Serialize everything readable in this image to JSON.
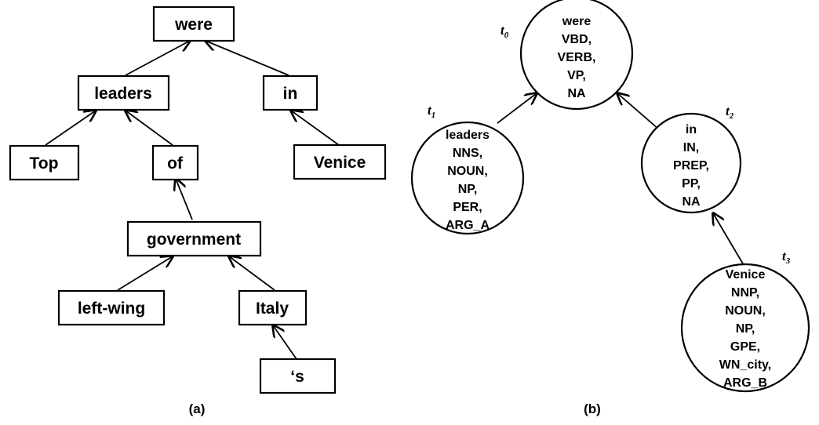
{
  "tree_a": {
    "caption": "(a)",
    "nodes": {
      "were": "were",
      "leaders": "leaders",
      "in": "in",
      "top": "Top",
      "of": "of",
      "venice": "Venice",
      "government": "government",
      "left_wing": "left-wing",
      "italy": "Italy",
      "s": "‘s"
    }
  },
  "tree_b": {
    "caption": "(b)",
    "t0": {
      "label": "t",
      "sub": "0",
      "lines": [
        "were",
        "VBD,",
        "VERB,",
        "VP,",
        "NA"
      ]
    },
    "t1": {
      "label": "t",
      "sub": "1",
      "lines": [
        "leaders",
        "NNS,",
        "NOUN,",
        "NP,",
        "PER,",
        "ARG_A"
      ]
    },
    "t2": {
      "label": "t",
      "sub": "2",
      "lines": [
        "in",
        "IN,",
        "PREP,",
        "PP,",
        "NA"
      ]
    },
    "t3": {
      "label": "t",
      "sub": "3",
      "lines": [
        "Venice",
        "NNP,",
        "NOUN,",
        "NP,",
        "GPE,",
        "WN_city,",
        "ARG_B"
      ]
    }
  }
}
